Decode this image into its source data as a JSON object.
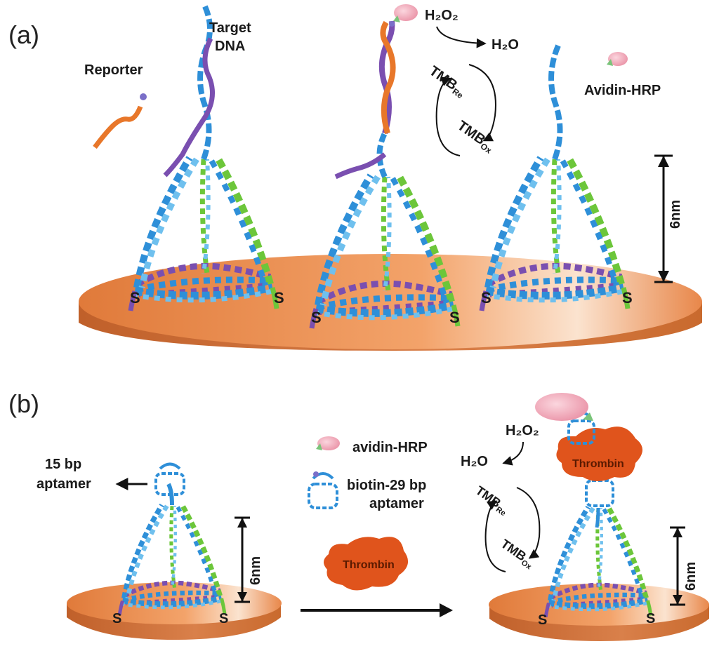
{
  "panels": {
    "a": {
      "label": "(a)",
      "reporter": "Reporter",
      "target_line1": "Target",
      "target_line2": "DNA",
      "h2o2": "H₂O₂",
      "h2o": "H₂O",
      "tmb_re": "TMB",
      "tmb_re_sub": "Re",
      "tmb_ox": "TMB",
      "tmb_ox_sub": "Ox",
      "avidin_hrp": "Avidin-HRP",
      "height": "6nm",
      "thiol": "S"
    },
    "b": {
      "label": "(b)",
      "aptamer15_line1": "15 bp",
      "aptamer15_line2": "aptamer",
      "avidin_hrp": "avidin-HRP",
      "biotin_line1": "biotin-29 bp",
      "biotin_line2": "aptamer",
      "thrombin": "Thrombin",
      "h2o2": "H₂O₂",
      "h2o": "H₂O",
      "tmb_re": "TMB",
      "tmb_re_sub": "Re",
      "tmb_ox": "TMB",
      "tmb_ox_sub": "Ox",
      "height": "6nm",
      "thiol": "S"
    }
  },
  "colors": {
    "gold_surface": "#e8874a",
    "gold_edge": "#c96a2e",
    "strand_blue": "#2e8fd8",
    "strand_lightblue": "#6fc0ee",
    "strand_green": "#6cc63a",
    "strand_purple": "#7a4fb0",
    "strand_orange": "#e8772a",
    "hrp_pink": "#f2a5b5",
    "thrombin": "#e0541c"
  }
}
